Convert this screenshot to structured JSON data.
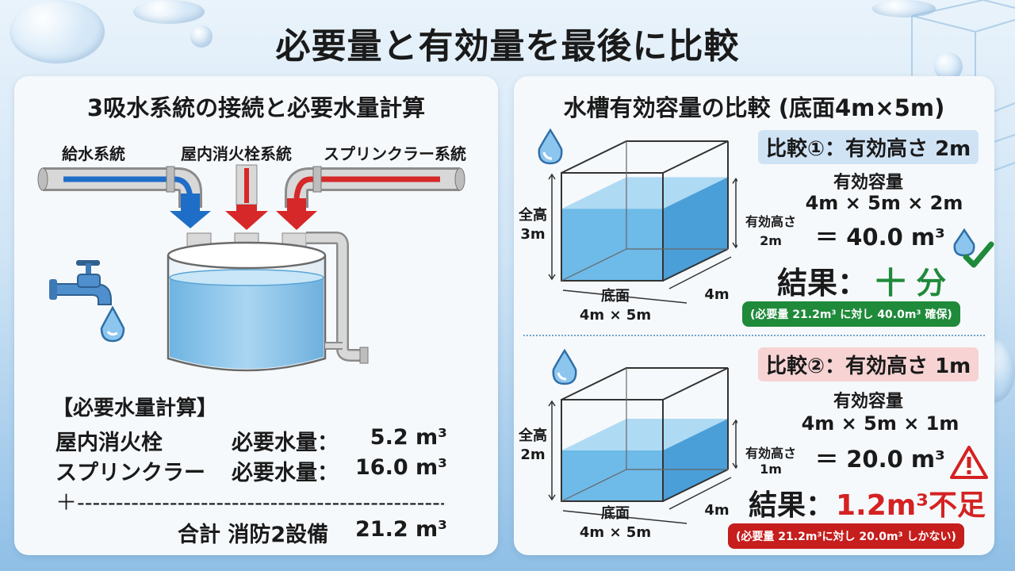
{
  "title": "必要量と有効量を最後に比較",
  "left": {
    "heading": "3吸水系統の接続と必要水量計算",
    "pipes": [
      "給水系統",
      "屋内消火栓系統",
      "スプリンクラー系統"
    ],
    "calc_header": "【必要水量計算】",
    "rows": [
      {
        "name": "屋内消火栓",
        "label": "必要水量：",
        "value": "5.2 m³"
      },
      {
        "name": "スプリンクラー",
        "label": "必要水量：",
        "value": "16.0 m³"
      }
    ],
    "divider": "＋-------------------------------------------------------",
    "total_label": "合計 消防2設備",
    "total_value": "21.2 m³"
  },
  "right": {
    "heading": "水槽有効容量の比較 (底面4m×5m)",
    "comparisons": [
      {
        "header": "比較①：有効高さ 2m",
        "capacity_label": "有効容量",
        "formula": "4m × 5m × 2m",
        "result_value": "＝ 40.0 m³",
        "result_prefix": "結果：",
        "result_text": "十 分",
        "note": "(必要量 21.2m³ に対し 40.0m³ 確保)",
        "total_height": "全高\n3m",
        "effective_height": "有効高さ\n2m",
        "base": "底面\n4m × 5m",
        "depth": "4m",
        "status": "ok",
        "water_level": 0.6667
      },
      {
        "header": "比較②：有効高さ 1m",
        "capacity_label": "有効容量",
        "formula": "4m × 5m × 1m",
        "result_value": "＝ 20.0 m³",
        "result_prefix": "結果：",
        "result_text": "1.2m³不足",
        "note": "(必要量 21.2m³に対し 20.0m³ しかない)",
        "total_height": "全高\n2m",
        "effective_height": "有効高さ\n1m",
        "base": "底面\n4m × 5m",
        "depth": "4m",
        "status": "warning",
        "water_level": 0.5
      }
    ]
  },
  "colors": {
    "blue_pipe": "#1e6ec8",
    "red_pipe": "#d62828",
    "ok_green": "#1f8a3a",
    "warn_red": "#d42222",
    "header1_bg": "#cfe3f5",
    "header2_bg": "#f7d3d3",
    "water": "#5fb2e6"
  },
  "icons": [
    "water-drop-icon",
    "faucet-icon",
    "checkmark-icon",
    "warning-triangle-icon"
  ]
}
